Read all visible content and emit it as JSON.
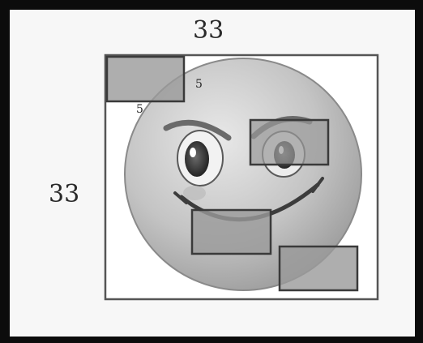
{
  "labels": {
    "top": "33",
    "left": "33",
    "small_1": "5",
    "small_2": "5"
  },
  "colors": {
    "frame": "#0c0c0c",
    "background": "#f7f7f7",
    "square_stroke": "#555555",
    "face_fill": "#c9c9c9",
    "face_stroke": "#8a8a8a",
    "box_fill": "#9a9a9a",
    "box_stroke": "#3a3a3a"
  },
  "icons": {
    "face": "angry-smiley-face-icon"
  }
}
